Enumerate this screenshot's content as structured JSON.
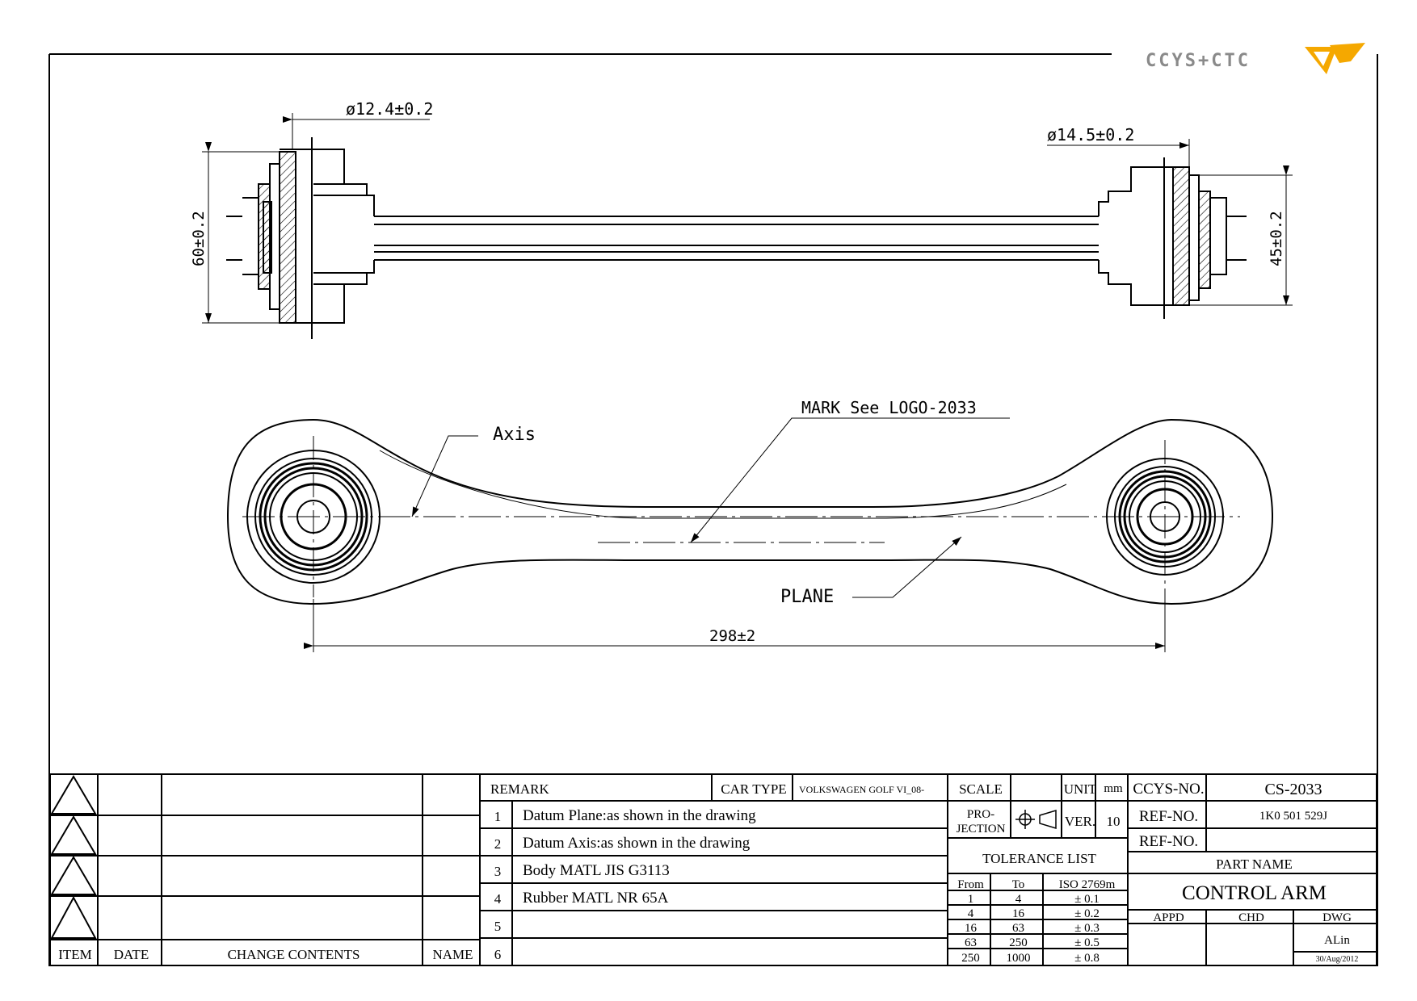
{
  "logo": {
    "text": "CCYS+CTC",
    "colors": {
      "gray": "#8a8a8a",
      "orange": "#f5a800"
    }
  },
  "drawing": {
    "dim_left_dia": "ø12.4±0.2",
    "dim_right_dia": "ø14.5±0.2",
    "dim_left_height": "60±0.2",
    "dim_right_height": "45±0.2",
    "label_mark": "MARK See LOGO-2033",
    "label_axis": "Axis",
    "label_plane": "PLANE",
    "dim_length": "298±2"
  },
  "revision": {
    "headers": {
      "item": "ITEM",
      "date": "DATE",
      "change": "CHANGE CONTENTS",
      "name": "NAME"
    },
    "rows": 4
  },
  "remark": {
    "title": "REMARK",
    "items": [
      {
        "no": "1",
        "text": "Datum Plane:as shown in the drawing"
      },
      {
        "no": "2",
        "text": "Datum Axis:as shown in the drawing"
      },
      {
        "no": "3",
        "text": "Body MATL JIS G3113"
      },
      {
        "no": "4",
        "text": "Rubber MATL NR 65A"
      },
      {
        "no": "5",
        "text": ""
      },
      {
        "no": "6",
        "text": ""
      }
    ]
  },
  "car_type": {
    "label": "CAR TYPE",
    "value": "VOLKSWAGEN GOLF VI_08-"
  },
  "scale": {
    "label": "SCALE",
    "value": ""
  },
  "unit": {
    "label": "UNIT",
    "value": "mm"
  },
  "projection": {
    "label_top": "PRO-",
    "label_bottom": "JECTION"
  },
  "version": {
    "label": "VER.",
    "value": "10"
  },
  "tolerance": {
    "title": "TOLERANCE LIST",
    "headers": {
      "from": "From",
      "to": "To",
      "std": "ISO 2769m"
    },
    "rows": [
      {
        "from": "1",
        "to": "4",
        "tol": "± 0.1"
      },
      {
        "from": "4",
        "to": "16",
        "tol": "± 0.2"
      },
      {
        "from": "16",
        "to": "63",
        "tol": "± 0.3"
      },
      {
        "from": "63",
        "to": "250",
        "tol": "± 0.5"
      },
      {
        "from": "250",
        "to": "1000",
        "tol": "± 0.8"
      }
    ]
  },
  "ccys_no": {
    "label": "CCYS-NO.",
    "value": "CS-2033"
  },
  "ref_no": [
    {
      "label": "REF-NO.",
      "value": "1K0 501 529J"
    },
    {
      "label": "REF-NO.",
      "value": ""
    }
  ],
  "part_name": {
    "label": "PART NAME",
    "value": "CONTROL ARM"
  },
  "approval": {
    "appd": "APPD",
    "chd": "CHD",
    "dwg": "DWG",
    "dwg_name": "ALin",
    "date": "30/Aug/2012"
  }
}
